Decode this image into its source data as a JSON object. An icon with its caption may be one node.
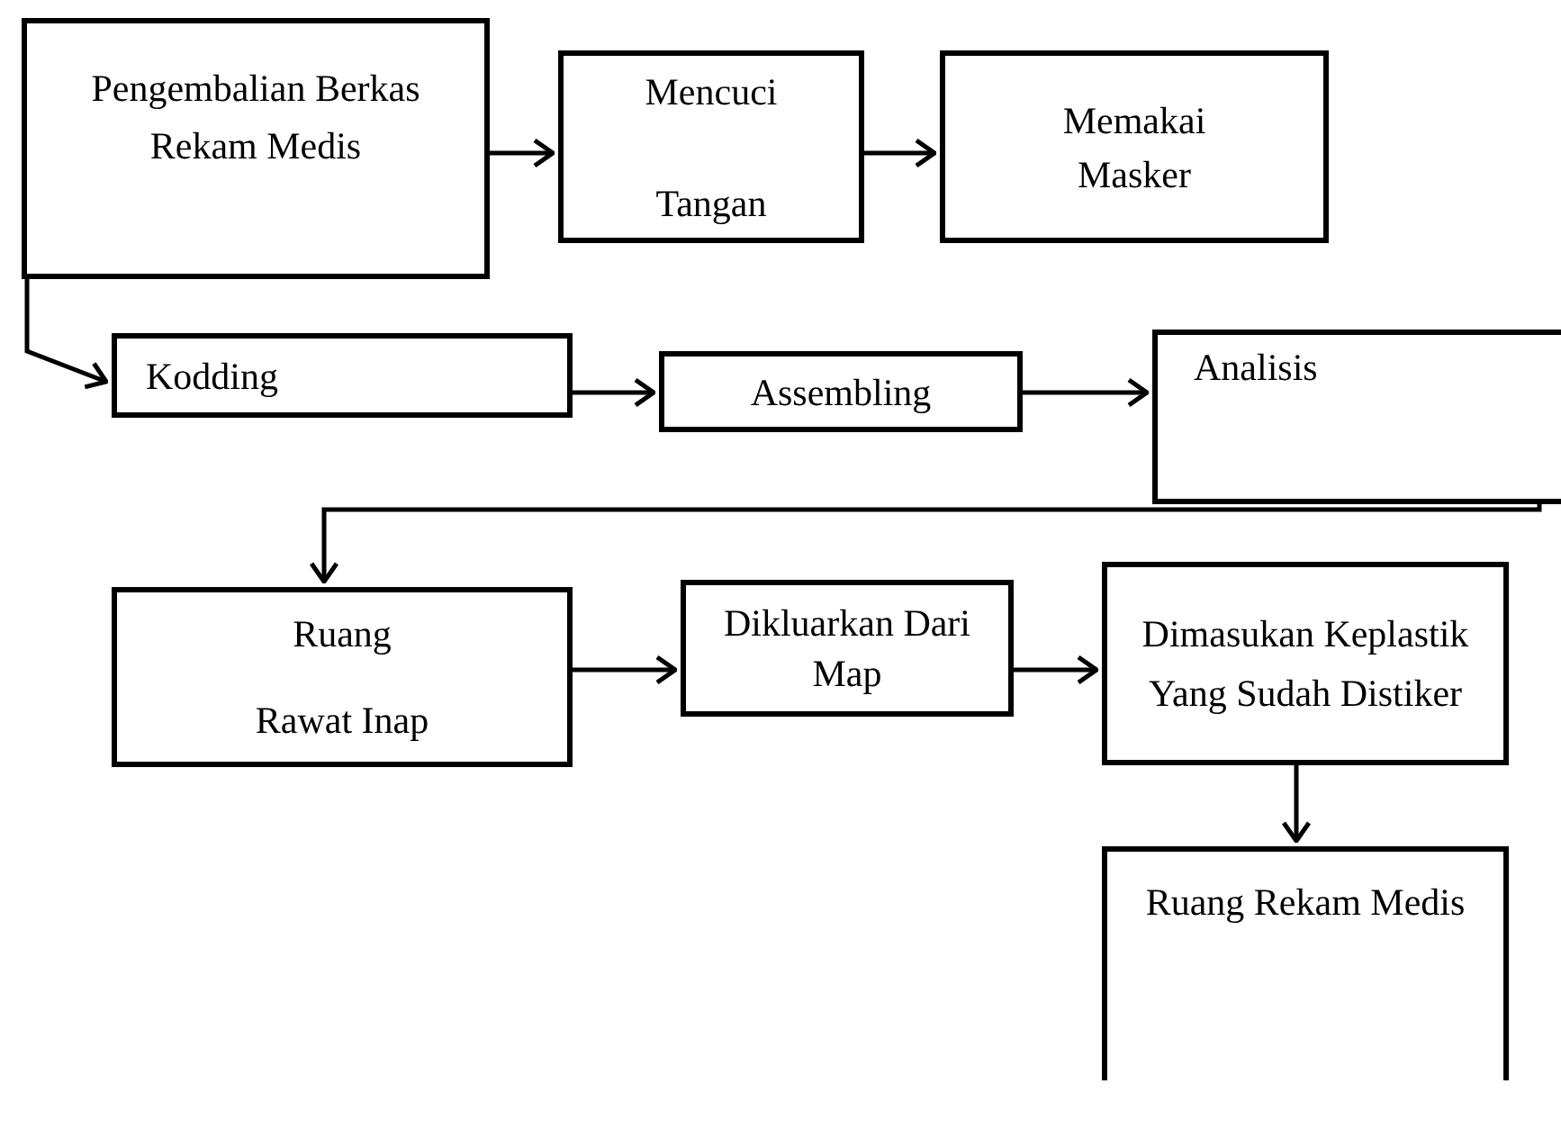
{
  "diagram": {
    "nodes": [
      {
        "text": [
          "Pengembalian Berkas Rekam Medis"
        ]
      },
      {
        "text": [
          "Mencuci Tangan"
        ]
      },
      {
        "text": [
          "Memakai Masker"
        ]
      },
      {
        "text": [
          "Kodding"
        ]
      },
      {
        "text": [
          "Assembling"
        ]
      },
      {
        "text": [
          "Analisis"
        ]
      },
      {
        "text": [
          "Ruang Rawat Inap"
        ]
      },
      {
        "text": [
          "Dikluarkan Dari Map"
        ]
      },
      {
        "text": [
          "Dimasukan Keplastik Yang Sudah Distiker"
        ]
      },
      {
        "text": [
          "Ruang Rekam Medis"
        ]
      }
    ],
    "edges": [
      {
        "from": 0,
        "to": 1,
        "arrow": "to"
      },
      {
        "from": 1,
        "to": 2,
        "arrow": "to"
      },
      {
        "from": 0,
        "to": 3,
        "arrow": "to"
      },
      {
        "from": 3,
        "to": 4,
        "arrow": "to"
      },
      {
        "from": 4,
        "to": 5,
        "arrow": "to"
      },
      {
        "from": 5,
        "to": 6,
        "arrow": "to"
      },
      {
        "from": 6,
        "to": 7,
        "arrow": "to"
      },
      {
        "from": 7,
        "to": 8,
        "arrow": "to"
      },
      {
        "from": 8,
        "to": 9,
        "arrow": "to"
      }
    ]
  }
}
